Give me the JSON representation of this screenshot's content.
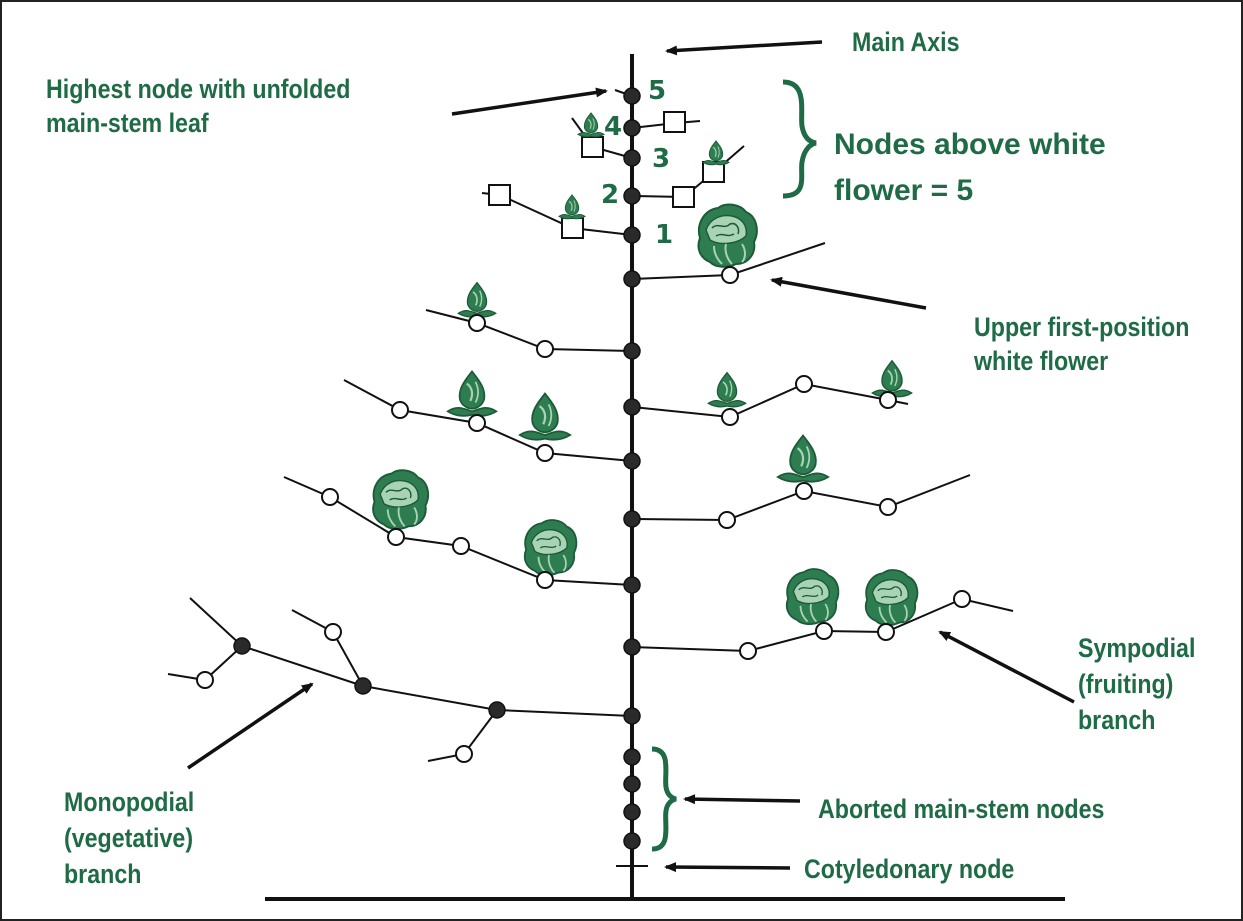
{
  "labels": {
    "main_axis": "Main Axis",
    "highest_node": [
      "Highest node with unfolded",
      "main-stem leaf"
    ],
    "nodes_above": [
      "Nodes above white",
      "flower = 5"
    ],
    "upper_first": [
      "Upper first-position",
      "white flower"
    ],
    "sympodial": [
      "Sympodial",
      "(fruiting)",
      "branch"
    ],
    "aborted": "Aborted main-stem nodes",
    "cotyledonary": "Cotyledonary node",
    "monopodial": [
      "Monopodial",
      "(vegetative)",
      "branch"
    ]
  },
  "node_numbers": [
    "1",
    "2",
    "3",
    "4",
    "5"
  ],
  "colors": {
    "label_green": "#1f6b46",
    "boll_green": "#2e7d50",
    "boll_light": "#a8d3b4",
    "node_dark": "#2a2a2a",
    "line": "#111111"
  }
}
